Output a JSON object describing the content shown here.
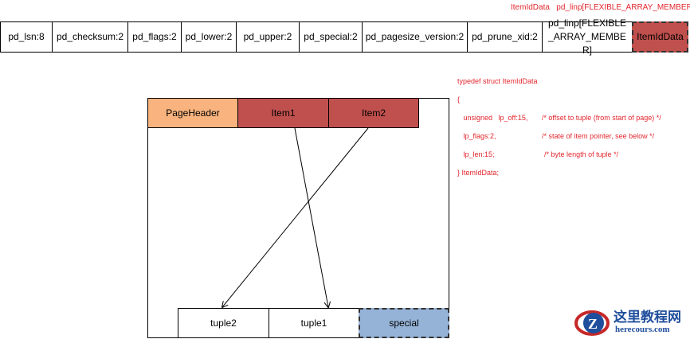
{
  "struct_label": {
    "left": "ItemIdData",
    "right": "pd_linp[FLEXIBLE_ARRAY_MEMBER]"
  },
  "header_fields": [
    "pd_lsn:8",
    "pd_checksum:2",
    "pd_flags:2",
    "pd_lower:2",
    "pd_upper:2",
    "pd_special:2",
    "pd_pagesize_version:2",
    "pd_prune_xid:2",
    "pd_linp[FLEXIBLE_ARRAY_MEMBER]",
    "ItemIdData"
  ],
  "code": {
    "line1": "typedef struct ItemIdData",
    "line2": "{",
    "line3": "   unsigned   lp_off:15,       /* offset to tuple (from start of page) */",
    "line4": "   lp_flags:2,                       /* state of item pointer, see below */",
    "line5": "   lp_len:15;                         /* byte length of tuple */",
    "line6": "} ItemIdData;"
  },
  "page": {
    "top": [
      "PageHeader",
      "Item1",
      "Item2"
    ],
    "bottom": [
      "tuple2",
      "tuple1",
      "special"
    ]
  },
  "watermark": {
    "title": "这里教程网",
    "url": "herecours.com"
  },
  "colors": {
    "page_header": "#f8b37e",
    "item": "#c0504d",
    "special": "#95b3d7",
    "code": "#e3262e"
  }
}
